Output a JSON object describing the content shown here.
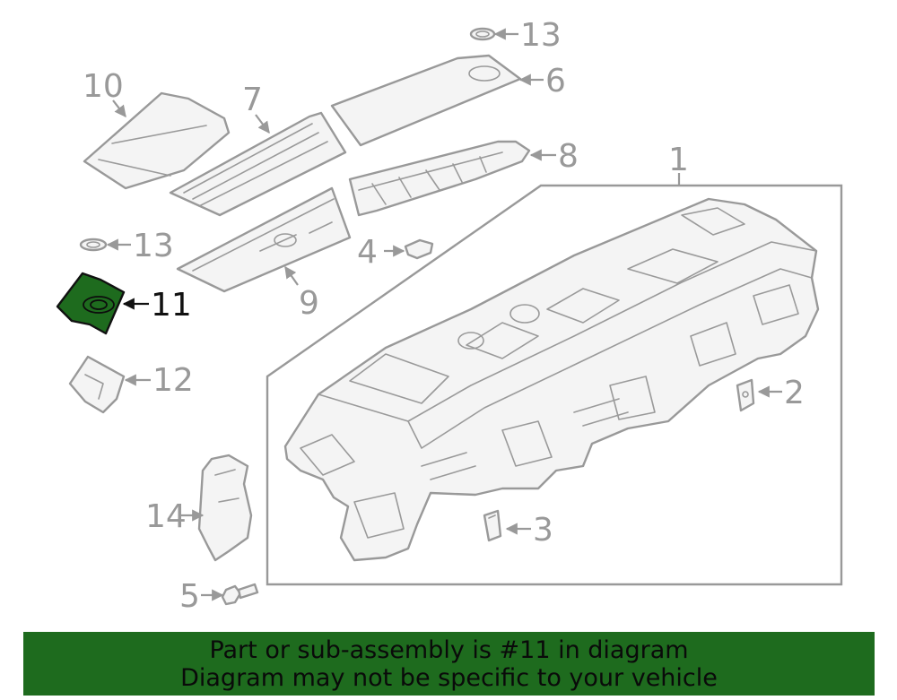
{
  "callouts": {
    "c1": "1",
    "c2": "2",
    "c3": "3",
    "c4": "4",
    "c5": "5",
    "c6": "6",
    "c7": "7",
    "c8": "8",
    "c9": "9",
    "c10": "10",
    "c11": "11",
    "c12": "12",
    "c13a": "13",
    "c13b": "13",
    "c14": "14"
  },
  "highlight": {
    "part": "11",
    "color": "#1e6b1e"
  },
  "banner": {
    "line1": "Part or sub-assembly is #11 in diagram",
    "line2": "Diagram may not be specific to your vehicle",
    "color": "#1e6b1e"
  }
}
